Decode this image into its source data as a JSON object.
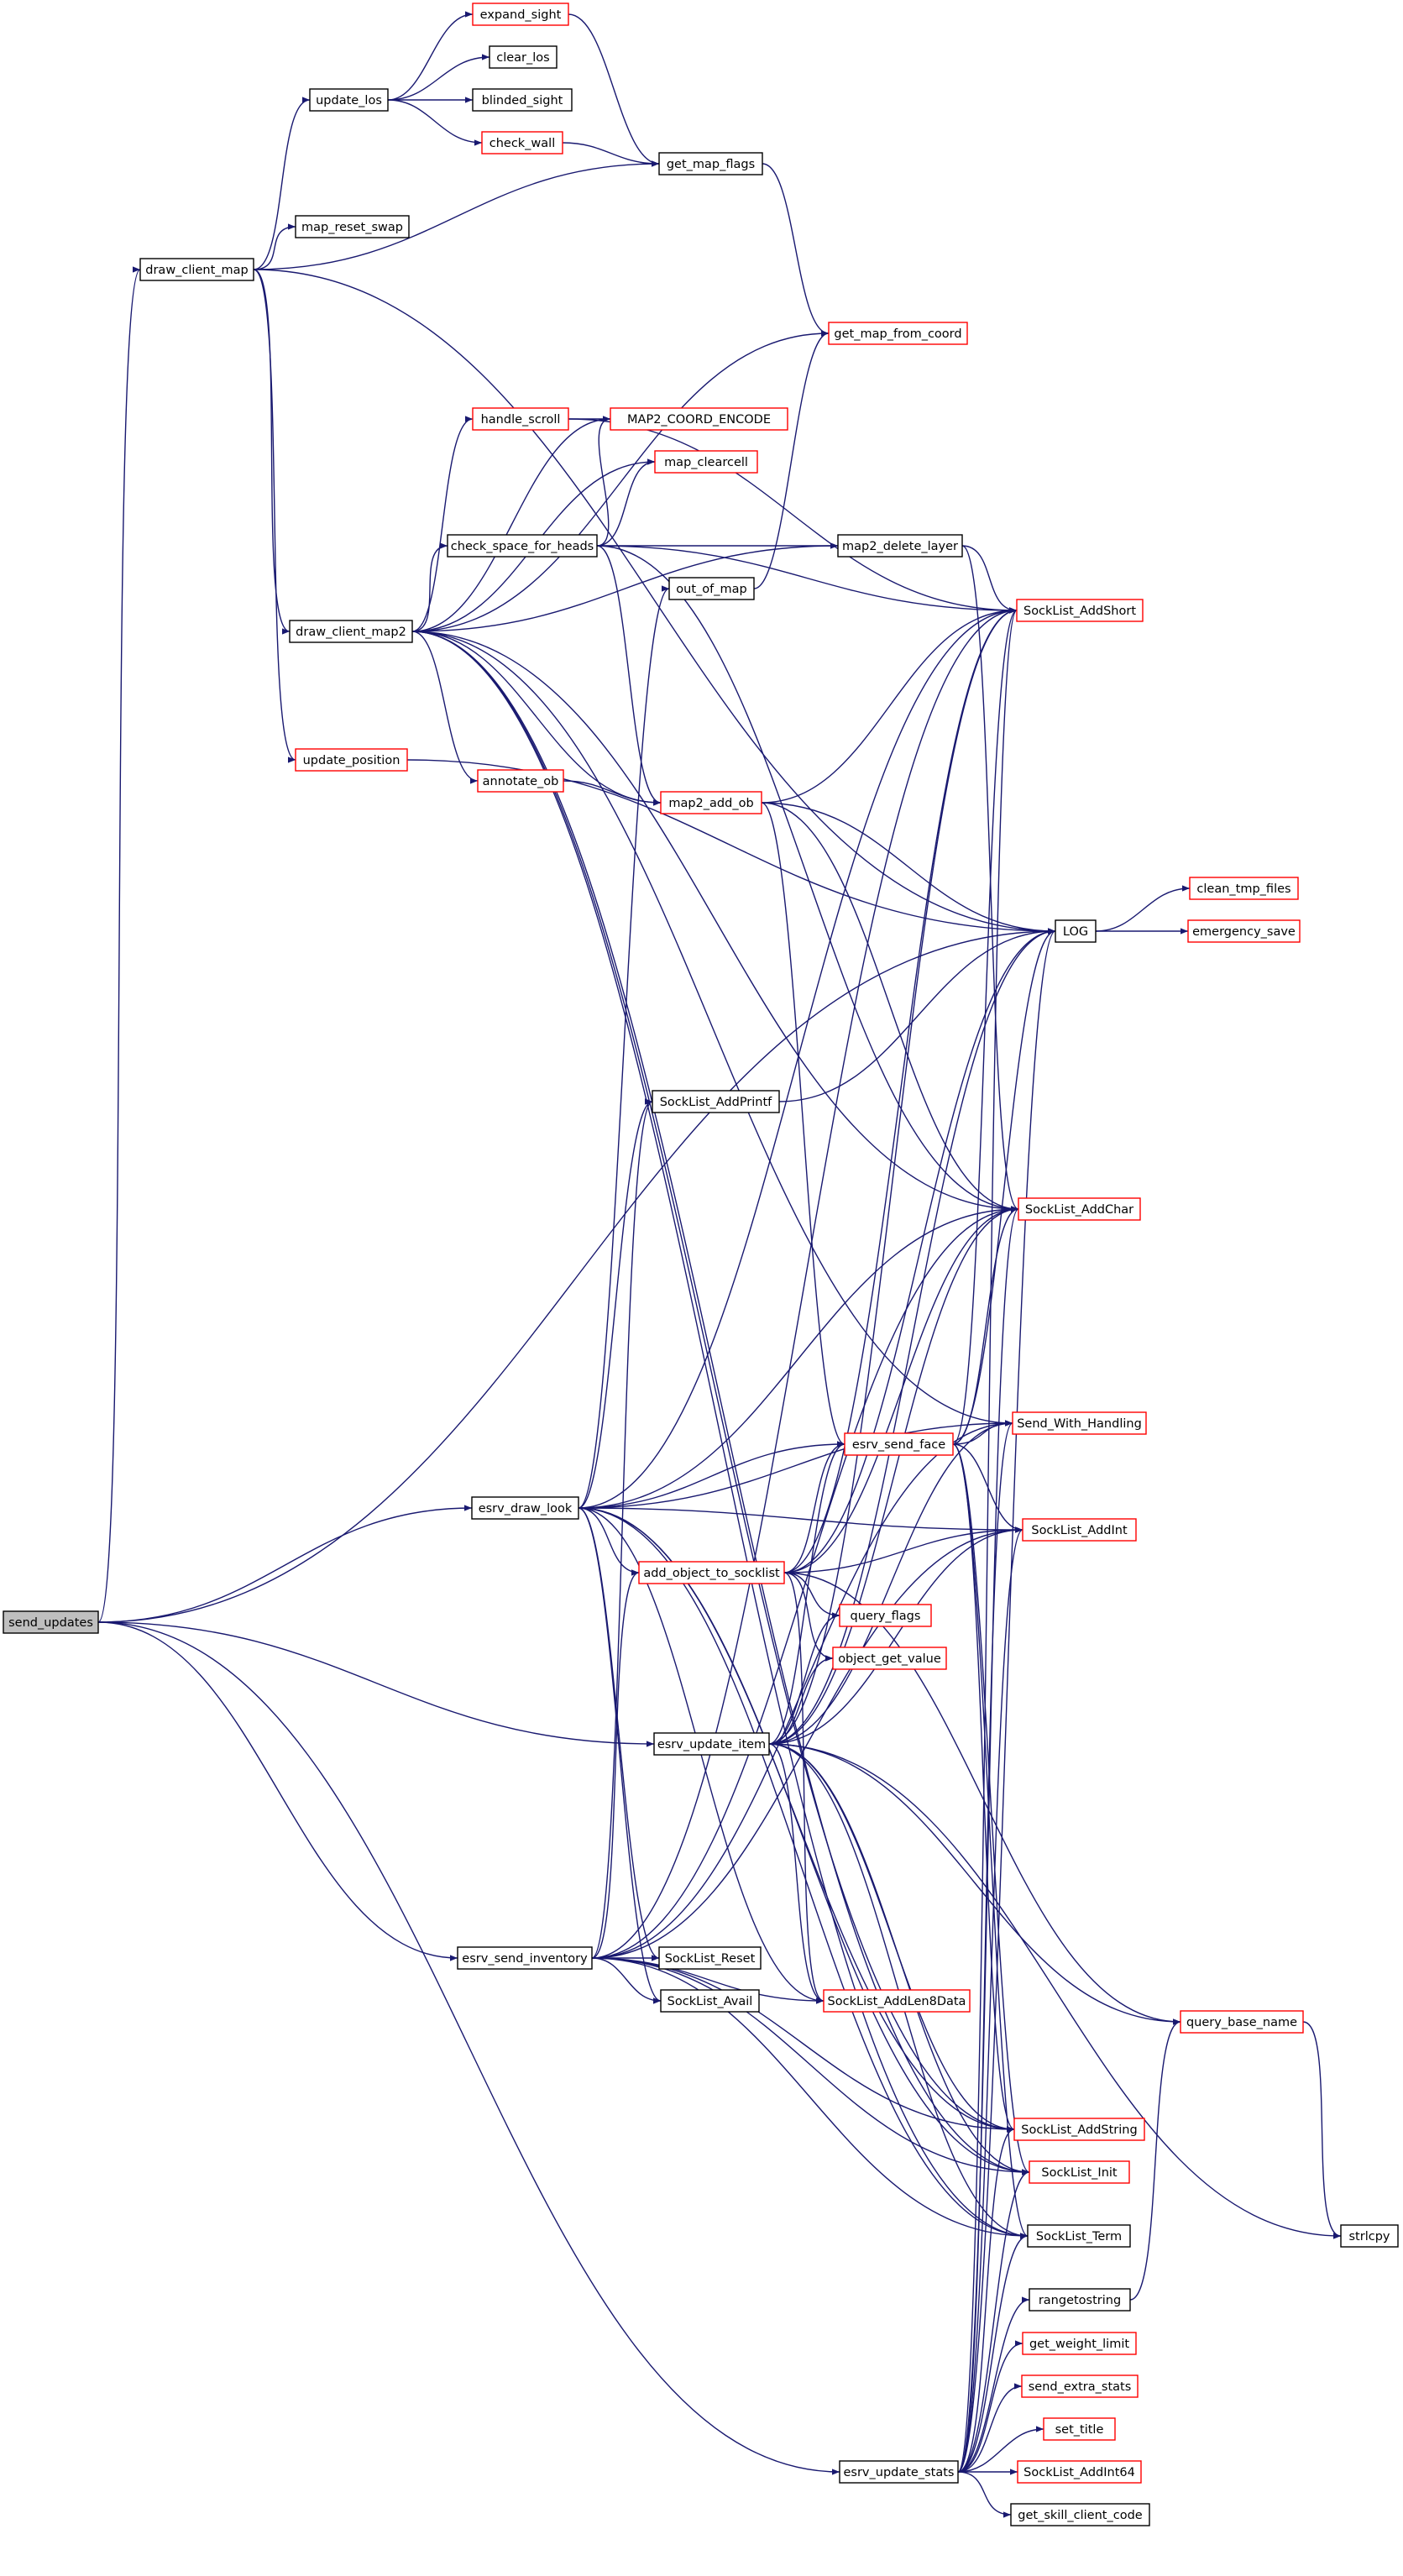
{
  "colors": {
    "edge": "#191970",
    "node_border_normal": "#000000",
    "node_border_linked": "#ff0000",
    "node_fill_root": "#bfbfbf",
    "node_fill": "#ffffff"
  },
  "graph": {
    "root": "send_updates",
    "nodes": [
      {
        "id": "send_updates",
        "label": "send_updates",
        "style": "root"
      },
      {
        "id": "draw_client_map",
        "label": "draw_client_map",
        "style": "normal"
      },
      {
        "id": "update_los",
        "label": "update_los",
        "style": "normal"
      },
      {
        "id": "expand_sight",
        "label": "expand_sight",
        "style": "linked"
      },
      {
        "id": "clear_los",
        "label": "clear_los",
        "style": "normal"
      },
      {
        "id": "blinded_sight",
        "label": "blinded_sight",
        "style": "normal"
      },
      {
        "id": "check_wall",
        "label": "check_wall",
        "style": "linked"
      },
      {
        "id": "get_map_flags",
        "label": "get_map_flags",
        "style": "normal"
      },
      {
        "id": "map_reset_swap",
        "label": "map_reset_swap",
        "style": "normal"
      },
      {
        "id": "get_map_from_coord",
        "label": "get_map_from_coord",
        "style": "linked"
      },
      {
        "id": "handle_scroll",
        "label": "handle_scroll",
        "style": "linked"
      },
      {
        "id": "MAP2_COORD_ENCODE",
        "label": "MAP2_COORD_ENCODE",
        "style": "linked"
      },
      {
        "id": "map_clearcell",
        "label": "map_clearcell",
        "style": "linked"
      },
      {
        "id": "check_space_for_heads",
        "label": "check_space_for_heads",
        "style": "normal"
      },
      {
        "id": "map2_delete_layer",
        "label": "map2_delete_layer",
        "style": "normal"
      },
      {
        "id": "out_of_map",
        "label": "out_of_map",
        "style": "normal"
      },
      {
        "id": "draw_client_map2",
        "label": "draw_client_map2",
        "style": "normal"
      },
      {
        "id": "SockList_AddShort",
        "label": "SockList_AddShort",
        "style": "linked"
      },
      {
        "id": "update_position",
        "label": "update_position",
        "style": "linked"
      },
      {
        "id": "annotate_ob",
        "label": "annotate_ob",
        "style": "linked"
      },
      {
        "id": "map2_add_ob",
        "label": "map2_add_ob",
        "style": "linked"
      },
      {
        "id": "LOG",
        "label": "LOG",
        "style": "normal"
      },
      {
        "id": "clean_tmp_files",
        "label": "clean_tmp_files",
        "style": "linked"
      },
      {
        "id": "emergency_save",
        "label": "emergency_save",
        "style": "linked"
      },
      {
        "id": "SockList_AddPrintf",
        "label": "SockList_AddPrintf",
        "style": "normal"
      },
      {
        "id": "SockList_AddChar",
        "label": "SockList_AddChar",
        "style": "linked"
      },
      {
        "id": "Send_With_Handling",
        "label": "Send_With_Handling",
        "style": "linked"
      },
      {
        "id": "esrv_send_face",
        "label": "esrv_send_face",
        "style": "linked"
      },
      {
        "id": "esrv_draw_look",
        "label": "esrv_draw_look",
        "style": "normal"
      },
      {
        "id": "SockList_AddInt",
        "label": "SockList_AddInt",
        "style": "linked"
      },
      {
        "id": "add_object_to_socklist",
        "label": "add_object_to_socklist",
        "style": "linked"
      },
      {
        "id": "query_flags",
        "label": "query_flags",
        "style": "linked"
      },
      {
        "id": "object_get_value",
        "label": "object_get_value",
        "style": "linked"
      },
      {
        "id": "esrv_update_item",
        "label": "esrv_update_item",
        "style": "normal"
      },
      {
        "id": "esrv_send_inventory",
        "label": "esrv_send_inventory",
        "style": "normal"
      },
      {
        "id": "SockList_Reset",
        "label": "SockList_Reset",
        "style": "normal"
      },
      {
        "id": "SockList_Avail",
        "label": "SockList_Avail",
        "style": "normal"
      },
      {
        "id": "SockList_AddLen8Data",
        "label": "SockList_AddLen8Data",
        "style": "linked"
      },
      {
        "id": "query_base_name",
        "label": "query_base_name",
        "style": "linked"
      },
      {
        "id": "SockList_AddString",
        "label": "SockList_AddString",
        "style": "linked"
      },
      {
        "id": "SockList_Init",
        "label": "SockList_Init",
        "style": "linked"
      },
      {
        "id": "strlcpy",
        "label": "strlcpy",
        "style": "normal"
      },
      {
        "id": "SockList_Term",
        "label": "SockList_Term",
        "style": "normal"
      },
      {
        "id": "rangetostring",
        "label": "rangetostring",
        "style": "normal"
      },
      {
        "id": "get_weight_limit",
        "label": "get_weight_limit",
        "style": "linked"
      },
      {
        "id": "send_extra_stats",
        "label": "send_extra_stats",
        "style": "linked"
      },
      {
        "id": "set_title",
        "label": "set_title",
        "style": "linked"
      },
      {
        "id": "esrv_update_stats",
        "label": "esrv_update_stats",
        "style": "normal"
      },
      {
        "id": "SockList_AddInt64",
        "label": "SockList_AddInt64",
        "style": "linked"
      },
      {
        "id": "get_skill_client_code",
        "label": "get_skill_client_code",
        "style": "normal"
      }
    ],
    "edges": [
      [
        "send_updates",
        "draw_client_map"
      ],
      [
        "send_updates",
        "LOG"
      ],
      [
        "send_updates",
        "esrv_draw_look"
      ],
      [
        "send_updates",
        "esrv_update_item"
      ],
      [
        "send_updates",
        "esrv_send_inventory"
      ],
      [
        "send_updates",
        "esrv_update_stats"
      ],
      [
        "draw_client_map",
        "update_los"
      ],
      [
        "draw_client_map",
        "get_map_flags"
      ],
      [
        "draw_client_map",
        "map_reset_swap"
      ],
      [
        "draw_client_map",
        "LOG"
      ],
      [
        "draw_client_map",
        "draw_client_map2"
      ],
      [
        "draw_client_map",
        "update_position"
      ],
      [
        "update_los",
        "expand_sight"
      ],
      [
        "update_los",
        "clear_los"
      ],
      [
        "update_los",
        "blinded_sight"
      ],
      [
        "update_los",
        "check_wall"
      ],
      [
        "expand_sight",
        "get_map_flags"
      ],
      [
        "check_wall",
        "get_map_flags"
      ],
      [
        "get_map_flags",
        "get_map_from_coord"
      ],
      [
        "draw_client_map2",
        "get_map_from_coord"
      ],
      [
        "draw_client_map2",
        "handle_scroll"
      ],
      [
        "draw_client_map2",
        "MAP2_COORD_ENCODE"
      ],
      [
        "draw_client_map2",
        "map_clearcell"
      ],
      [
        "draw_client_map2",
        "check_space_for_heads"
      ],
      [
        "draw_client_map2",
        "map2_delete_layer"
      ],
      [
        "draw_client_map2",
        "annotate_ob"
      ],
      [
        "draw_client_map2",
        "map2_add_ob"
      ],
      [
        "draw_client_map2",
        "SockList_AddChar"
      ],
      [
        "draw_client_map2",
        "Send_With_Handling"
      ],
      [
        "draw_client_map2",
        "SockList_AddString"
      ],
      [
        "draw_client_map2",
        "SockList_Init"
      ],
      [
        "draw_client_map2",
        "SockList_Term"
      ],
      [
        "handle_scroll",
        "MAP2_COORD_ENCODE"
      ],
      [
        "handle_scroll",
        "SockList_AddShort"
      ],
      [
        "check_space_for_heads",
        "MAP2_COORD_ENCODE"
      ],
      [
        "check_space_for_heads",
        "map_clearcell"
      ],
      [
        "check_space_for_heads",
        "map2_delete_layer"
      ],
      [
        "check_space_for_heads",
        "SockList_AddShort"
      ],
      [
        "check_space_for_heads",
        "map2_add_ob"
      ],
      [
        "check_space_for_heads",
        "SockList_AddChar"
      ],
      [
        "map2_delete_layer",
        "SockList_AddShort"
      ],
      [
        "map2_delete_layer",
        "SockList_AddChar"
      ],
      [
        "out_of_map",
        "get_map_from_coord"
      ],
      [
        "annotate_ob",
        "map2_add_ob"
      ],
      [
        "map2_add_ob",
        "SockList_AddShort"
      ],
      [
        "map2_add_ob",
        "LOG"
      ],
      [
        "map2_add_ob",
        "SockList_AddChar"
      ],
      [
        "map2_add_ob",
        "esrv_send_face"
      ],
      [
        "update_position",
        "LOG"
      ],
      [
        "LOG",
        "clean_tmp_files"
      ],
      [
        "LOG",
        "emergency_save"
      ],
      [
        "SockList_AddPrintf",
        "LOG"
      ],
      [
        "esrv_send_face",
        "LOG"
      ],
      [
        "esrv_send_face",
        "SockList_AddShort"
      ],
      [
        "esrv_send_face",
        "SockList_AddChar"
      ],
      [
        "esrv_send_face",
        "Send_With_Handling"
      ],
      [
        "esrv_send_face",
        "SockList_AddInt"
      ],
      [
        "esrv_send_face",
        "SockList_AddString"
      ],
      [
        "esrv_send_face",
        "SockList_Init"
      ],
      [
        "esrv_send_face",
        "SockList_Term"
      ],
      [
        "esrv_draw_look",
        "out_of_map"
      ],
      [
        "esrv_draw_look",
        "SockList_AddShort"
      ],
      [
        "esrv_draw_look",
        "SockList_AddPrintf"
      ],
      [
        "esrv_draw_look",
        "SockList_AddChar"
      ],
      [
        "esrv_draw_look",
        "Send_With_Handling"
      ],
      [
        "esrv_draw_look",
        "esrv_send_face"
      ],
      [
        "esrv_draw_look",
        "SockList_AddInt"
      ],
      [
        "esrv_draw_look",
        "add_object_to_socklist"
      ],
      [
        "esrv_draw_look",
        "SockList_Reset"
      ],
      [
        "esrv_draw_look",
        "SockList_Avail"
      ],
      [
        "esrv_draw_look",
        "SockList_AddLen8Data"
      ],
      [
        "esrv_draw_look",
        "SockList_AddString"
      ],
      [
        "esrv_draw_look",
        "SockList_Init"
      ],
      [
        "esrv_draw_look",
        "SockList_Term"
      ],
      [
        "add_object_to_socklist",
        "SockList_AddShort"
      ],
      [
        "add_object_to_socklist",
        "LOG"
      ],
      [
        "add_object_to_socklist",
        "SockList_AddChar"
      ],
      [
        "add_object_to_socklist",
        "esrv_send_face"
      ],
      [
        "add_object_to_socklist",
        "SockList_AddInt"
      ],
      [
        "add_object_to_socklist",
        "query_flags"
      ],
      [
        "add_object_to_socklist",
        "object_get_value"
      ],
      [
        "add_object_to_socklist",
        "SockList_AddLen8Data"
      ],
      [
        "add_object_to_socklist",
        "query_base_name"
      ],
      [
        "esrv_update_item",
        "SockList_AddShort"
      ],
      [
        "esrv_update_item",
        "LOG"
      ],
      [
        "esrv_update_item",
        "SockList_AddChar"
      ],
      [
        "esrv_update_item",
        "Send_With_Handling"
      ],
      [
        "esrv_update_item",
        "esrv_send_face"
      ],
      [
        "esrv_update_item",
        "SockList_AddInt"
      ],
      [
        "esrv_update_item",
        "query_flags"
      ],
      [
        "esrv_update_item",
        "object_get_value"
      ],
      [
        "esrv_update_item",
        "SockList_AddLen8Data"
      ],
      [
        "esrv_update_item",
        "query_base_name"
      ],
      [
        "esrv_update_item",
        "SockList_AddString"
      ],
      [
        "esrv_update_item",
        "SockList_Init"
      ],
      [
        "esrv_update_item",
        "SockList_Term"
      ],
      [
        "esrv_update_item",
        "strlcpy"
      ],
      [
        "esrv_send_inventory",
        "SockList_AddShort"
      ],
      [
        "esrv_send_inventory",
        "SockList_AddPrintf"
      ],
      [
        "esrv_send_inventory",
        "SockList_AddChar"
      ],
      [
        "esrv_send_inventory",
        "Send_With_Handling"
      ],
      [
        "esrv_send_inventory",
        "SockList_AddInt"
      ],
      [
        "esrv_send_inventory",
        "add_object_to_socklist"
      ],
      [
        "esrv_send_inventory",
        "SockList_Reset"
      ],
      [
        "esrv_send_inventory",
        "SockList_Avail"
      ],
      [
        "esrv_send_inventory",
        "SockList_AddLen8Data"
      ],
      [
        "esrv_send_inventory",
        "SockList_AddString"
      ],
      [
        "esrv_send_inventory",
        "SockList_Init"
      ],
      [
        "esrv_send_inventory",
        "SockList_Term"
      ],
      [
        "query_base_name",
        "strlcpy"
      ],
      [
        "rangetostring",
        "query_base_name"
      ],
      [
        "esrv_update_stats",
        "SockList_AddShort"
      ],
      [
        "esrv_update_stats",
        "LOG"
      ],
      [
        "esrv_update_stats",
        "SockList_AddChar"
      ],
      [
        "esrv_update_stats",
        "Send_With_Handling"
      ],
      [
        "esrv_update_stats",
        "SockList_AddInt"
      ],
      [
        "esrv_update_stats",
        "SockList_AddString"
      ],
      [
        "esrv_update_stats",
        "SockList_Init"
      ],
      [
        "esrv_update_stats",
        "SockList_Term"
      ],
      [
        "esrv_update_stats",
        "rangetostring"
      ],
      [
        "esrv_update_stats",
        "get_weight_limit"
      ],
      [
        "esrv_update_stats",
        "send_extra_stats"
      ],
      [
        "esrv_update_stats",
        "set_title"
      ],
      [
        "esrv_update_stats",
        "SockList_AddInt64"
      ],
      [
        "esrv_update_stats",
        "get_skill_client_code"
      ]
    ]
  }
}
